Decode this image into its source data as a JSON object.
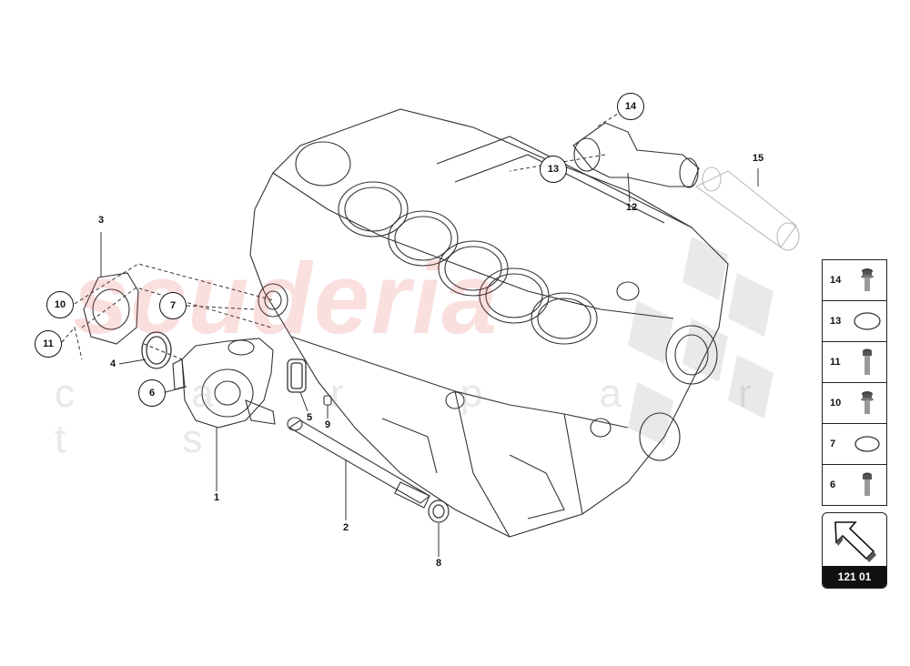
{
  "watermark": {
    "main": "scuderia",
    "sub": "c a r p a r t s"
  },
  "callouts": {
    "p1": "1",
    "p2": "2",
    "p3": "3",
    "p4": "4",
    "p5": "5",
    "p6": "6",
    "p7": "7",
    "p8": "8",
    "p9": "9",
    "p10": "10",
    "p11": "11",
    "p12": "12",
    "p13": "13",
    "p14": "14",
    "p15": "15"
  },
  "side_panel": {
    "rows": [
      {
        "num": "14",
        "icon": "flange-bolt-icon"
      },
      {
        "num": "13",
        "icon": "o-ring-icon"
      },
      {
        "num": "11",
        "icon": "bolt-icon"
      },
      {
        "num": "10",
        "icon": "flange-bolt-icon"
      },
      {
        "num": "7",
        "icon": "o-ring-icon"
      },
      {
        "num": "6",
        "icon": "bolt-icon"
      }
    ]
  },
  "badge": {
    "code": "121 01",
    "icon": "arrow-icon"
  },
  "colors": {
    "line": "#222222",
    "watermark": "#e05050",
    "badge_bg": "#111111"
  }
}
